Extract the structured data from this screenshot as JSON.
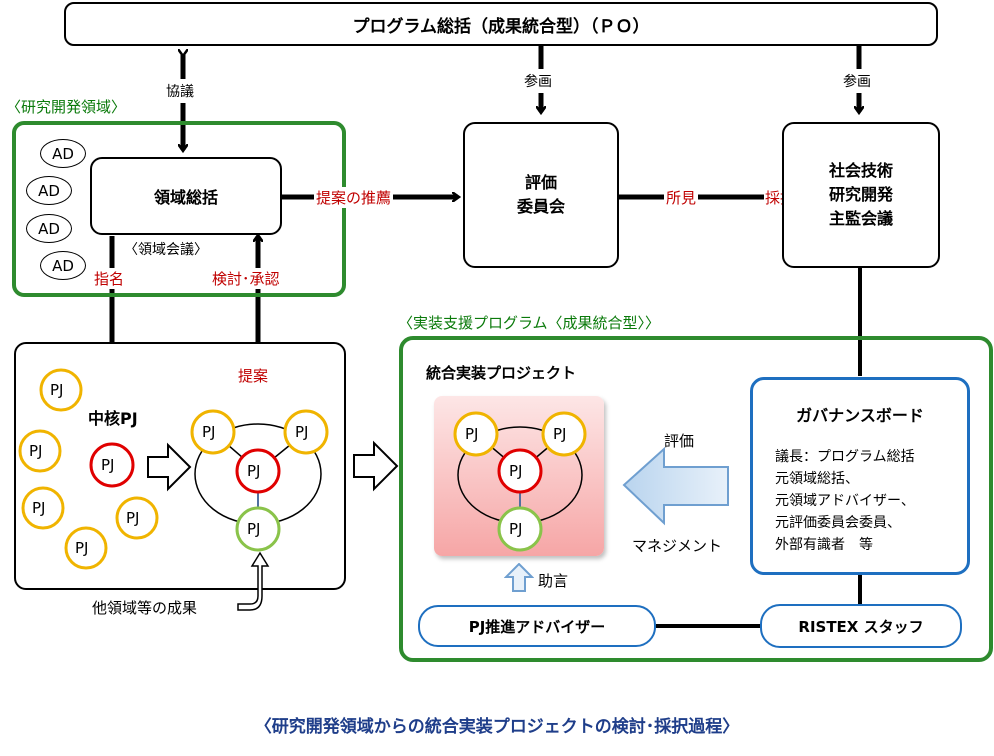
{
  "title_box": "プログラム総括（成果統合型）（ＰＯ）",
  "labels": {
    "kyogi": "協議",
    "sankaku1": "参画",
    "sankaku2": "参画",
    "teian_suisen": "提案の推薦",
    "shoken": "所見",
    "saitaku": "採択",
    "shimei": "指名",
    "kento_shonin": "検討･承認",
    "teian": "提案",
    "hyoka_arrow": "評価",
    "management": "マネジメント",
    "jogen": "助言",
    "other_results": "他領域等の成果"
  },
  "research_area": {
    "heading": "〈研究開発領域〉",
    "leader": "領域総括",
    "meeting": "〈領域会議〉",
    "ad_items": [
      "AD",
      "AD",
      "AD",
      "AD"
    ]
  },
  "evaluation_committee": [
    "評価",
    "委員会"
  ],
  "steering_committee": [
    "社会技術",
    "研究開発",
    "主監会議"
  ],
  "implementation_program": {
    "heading": "〈実装支援プログラム〈成果統合型〉〉",
    "project_title": "統合実装プロジェクト"
  },
  "core_pj": "中核PJ",
  "pj_label": "PJ",
  "governance": {
    "title": "ガバナンスボード",
    "members": [
      "議長：プログラム総括",
      "元領域総括、",
      "元領域アドバイザー、",
      "元評価委員会委員、",
      "外部有識者　等"
    ]
  },
  "pj_advisor": "PJ推進アドバイザー",
  "ristex_staff": "RISTEX スタッフ",
  "caption": "〈研究開発領域からの統合実装プロジェクトの検討･採択過程〉"
}
